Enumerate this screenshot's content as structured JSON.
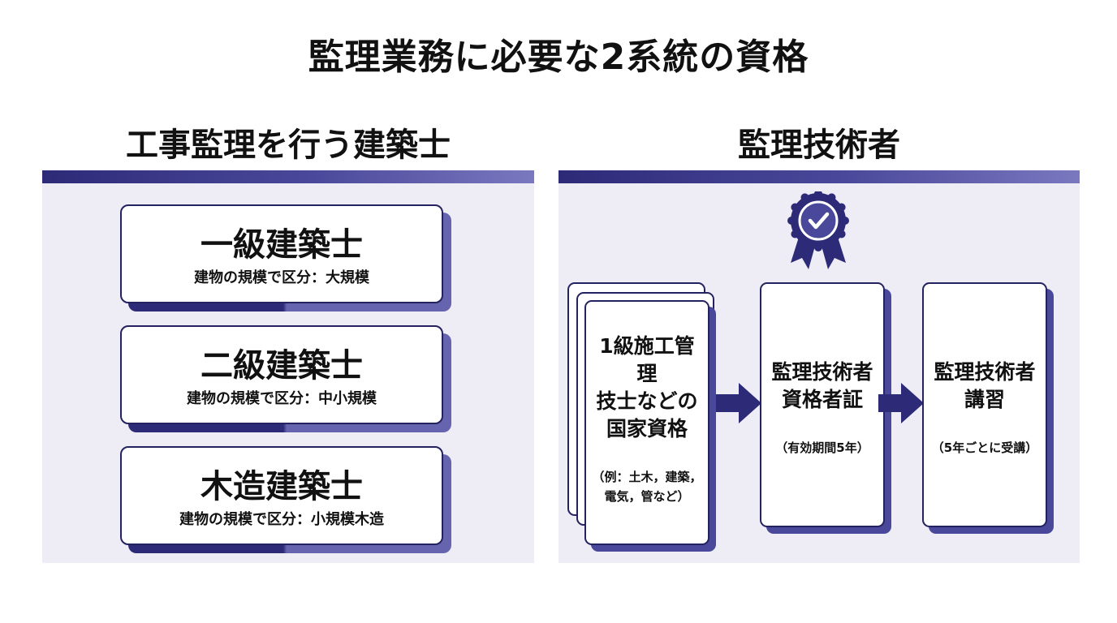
{
  "title": "監理業務に必要な2系統の資格",
  "left_section": {
    "title": "工事監理を行う建築士",
    "licenses": [
      {
        "name": "一級建築士",
        "scope": "建物の規模で区分：大規模"
      },
      {
        "name": "二級建築士",
        "scope": "建物の規模で区分：中小規模"
      },
      {
        "name": "木造建築士",
        "scope": "建物の規模で区分：小規模木造"
      }
    ]
  },
  "right_section": {
    "title": "監理技術者",
    "medal_icon": "certified-badge-icon",
    "steps": [
      {
        "title": "1級施工管理\n技士などの\n国家資格",
        "note": "（例：土木，建築，\n電気，管など）"
      },
      {
        "title": "監理技術者\n資格者証",
        "note": "（有効期間5年）"
      },
      {
        "title": "監理技術者\n講習",
        "note": "（5年ごとに受講）"
      }
    ]
  },
  "colors": {
    "navy": "#2d2b78",
    "indigo": "#4a489a",
    "lavender_panel": "#eeedf6",
    "border": "#24225f"
  }
}
